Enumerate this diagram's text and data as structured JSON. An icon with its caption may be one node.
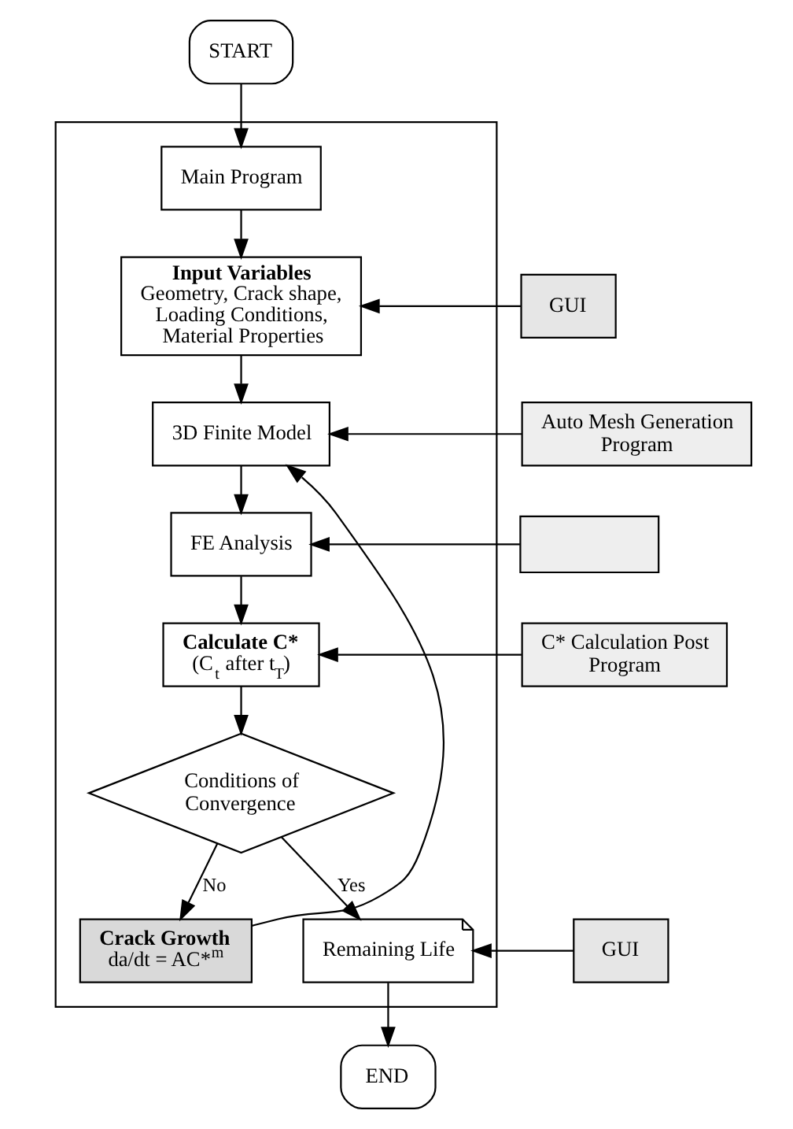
{
  "diagram": {
    "nodes": [
      {
        "text": [
          "START"
        ]
      },
      {
        "text": [],
        "shape": "box"
      },
      {
        "text": [
          "Main Program"
        ],
        "in": 1
      },
      {
        "text": [
          "Input Variables",
          "Geometry, Crack shape, Loading Conditions, Material Properties"
        ],
        "in": 1
      },
      {
        "text": [
          "3D Finite Model"
        ],
        "in": 1
      },
      {
        "text": [
          "FE Analysis"
        ],
        "in": 1
      },
      {
        "text": [
          "Calculate C*",
          "(C$_{t}$ after t$_{T}$)"
        ],
        "in": 1
      },
      {
        "text": [
          "Conditions of Convergence"
        ],
        "in": 1
      },
      {
        "text": [
          "Crack Growth",
          "da/dt = AC*$^{m}$"
        ],
        "in": 1
      },
      {
        "text": [
          "Remaining Life"
        ],
        "in": 1
      },
      {
        "text": [
          "GUI"
        ]
      },
      {
        "text": [
          "Auto Mesh Generation Program"
        ]
      },
      {
        "text": [],
        "shape": "box"
      },
      {
        "text": [
          "C* Calculation Post Program"
        ]
      },
      {
        "text": [
          "GUI"
        ]
      },
      {
        "text": [
          "END"
        ]
      }
    ],
    "edges": [
      {
        "from": 0,
        "to": 2,
        "arrow": "to"
      },
      {
        "from": 2,
        "to": 3,
        "arrow": "to"
      },
      {
        "from": 3,
        "to": 4,
        "arrow": "to"
      },
      {
        "from": 4,
        "to": 5,
        "arrow": "to"
      },
      {
        "from": 5,
        "to": 6,
        "arrow": "to"
      },
      {
        "from": 6,
        "to": 7,
        "arrow": "to"
      },
      {
        "from": 7,
        "to": 8,
        "arrow": "to",
        "label": "No"
      },
      {
        "from": 8,
        "to": 4,
        "arrow": "to"
      },
      {
        "from": 7,
        "to": 9,
        "arrow": "to",
        "label": "Yes"
      },
      {
        "from": 9,
        "to": 15,
        "arrow": "to"
      },
      {
        "from": 10,
        "to": 3,
        "arrow": "to"
      },
      {
        "from": 11,
        "to": 4,
        "arrow": "to"
      },
      {
        "from": 12,
        "to": 5,
        "arrow": "to"
      },
      {
        "from": 13,
        "to": 6,
        "arrow": "to"
      },
      {
        "from": 14,
        "to": 9,
        "arrow": "to"
      }
    ]
  }
}
